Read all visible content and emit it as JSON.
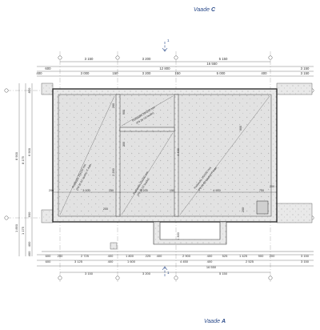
{
  "views": {
    "top_prefix": "Vaade",
    "top_letter": "C",
    "bottom_prefix": "Vaade",
    "bottom_letter": "A"
  },
  "section_marks": {
    "top": "1",
    "bottom": "1"
  },
  "top_dims": {
    "row1": [
      "3 150",
      "3 200",
      "5 150"
    ],
    "row2_left": "600",
    "row2_total": "12 800",
    "row2_right": "3 150",
    "row3_left": "400",
    "row3": [
      "3 000",
      "150",
      "3 200",
      "150",
      "5 000",
      "400"
    ],
    "row3_right": "3 150",
    "total": "16 550"
  },
  "bottom_dims": {
    "row1": [
      "600",
      "200",
      "2 725",
      "400",
      "1 800",
      "225",
      "400",
      "2 900",
      "400",
      "525",
      "1 425",
      "900",
      "200",
      "3 150"
    ],
    "row2": [
      "600",
      "3 125",
      "400",
      "1 600",
      "4 450",
      "400",
      "2 525",
      "3 150"
    ],
    "total": "16 550",
    "row4": [
      "3 150",
      "3 200",
      "5 150"
    ]
  },
  "left_dims": [
    "850",
    "8 175",
    "8 900",
    "6 900",
    "600",
    "1 850",
    "1 175",
    "400",
    "400"
  ],
  "interior_dims": [
    "200",
    "3 000",
    "150",
    "3 200",
    "150",
    "4 900",
    "700",
    "200",
    "200",
    "2 200",
    "4 400",
    "900",
    "900",
    "300",
    "1 300",
    "200",
    "200"
  ],
  "rooms": [
    {
      "label": "Puitlaudis 25x100 mm",
      "sub": "(P9 26 02 laudis) IT-kate"
    },
    {
      "label": "Puitlaudis 25x100 mm",
      "sub": "(P9 26 02 laudis)"
    },
    {
      "label": "Puitlaudis 25x100 mm",
      "sub": "(P9 26 02 laudis)"
    },
    {
      "label": "Puitlaudis 25x100 mm",
      "sub": "(P9 26 02 laudis) IT-kate"
    }
  ]
}
